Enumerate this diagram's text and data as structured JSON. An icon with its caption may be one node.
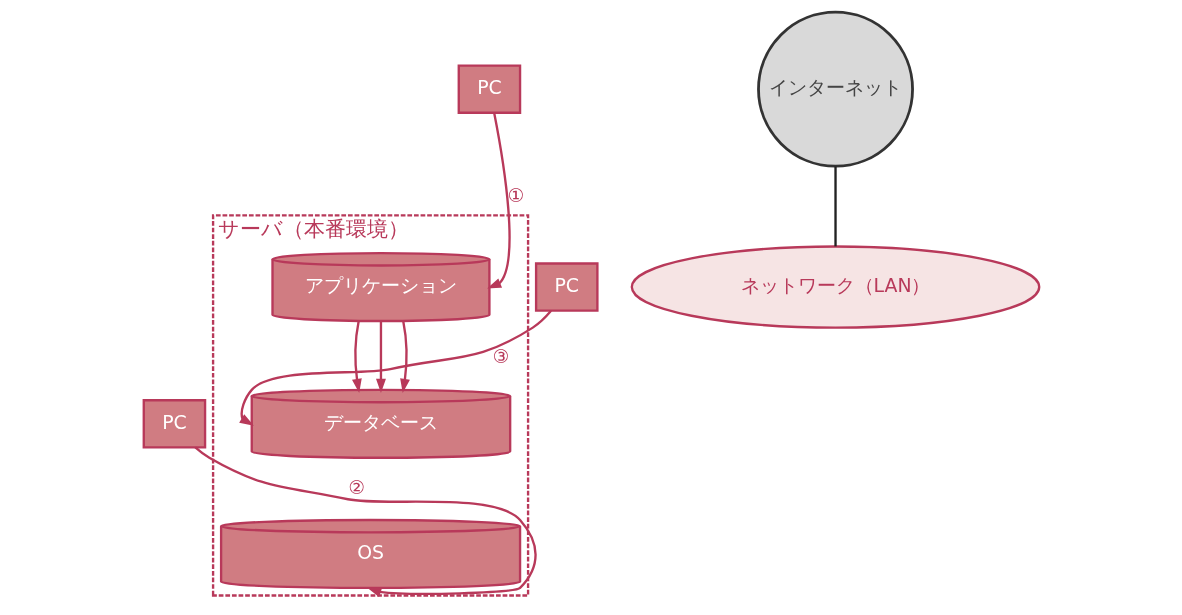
{
  "diagram": {
    "nodes": [
      {
        "text": [
          "サーバ（本番環境）"
        ]
      },
      {
        "text": [
          "アプリケーション"
        ],
        "in": 0
      },
      {
        "text": [
          "データベース"
        ],
        "in": 0
      },
      {
        "text": [
          "OS"
        ],
        "in": 0
      },
      {
        "text": [
          "インターネット"
        ]
      },
      {
        "text": [
          "ネットワーク（LAN）"
        ]
      },
      {
        "text": [
          "PC"
        ]
      },
      {
        "text": [
          "PC"
        ]
      },
      {
        "text": [
          "PC"
        ]
      }
    ],
    "edges": [
      {
        "from": 1,
        "to": 2,
        "arrow": "to"
      },
      {
        "from": 1,
        "to": 2,
        "arrow": "to"
      },
      {
        "from": 1,
        "to": 2,
        "arrow": "to"
      },
      {
        "from": 6,
        "to": 1,
        "arrow": "to",
        "label": "①"
      },
      {
        "from": 7,
        "to": 2,
        "arrow": "to",
        "label": "③"
      },
      {
        "from": 8,
        "to": 3,
        "arrow": "to",
        "label": "②"
      },
      {
        "from": 4,
        "to": 5,
        "arrow": "none",
        "color": "#222222"
      }
    ]
  }
}
